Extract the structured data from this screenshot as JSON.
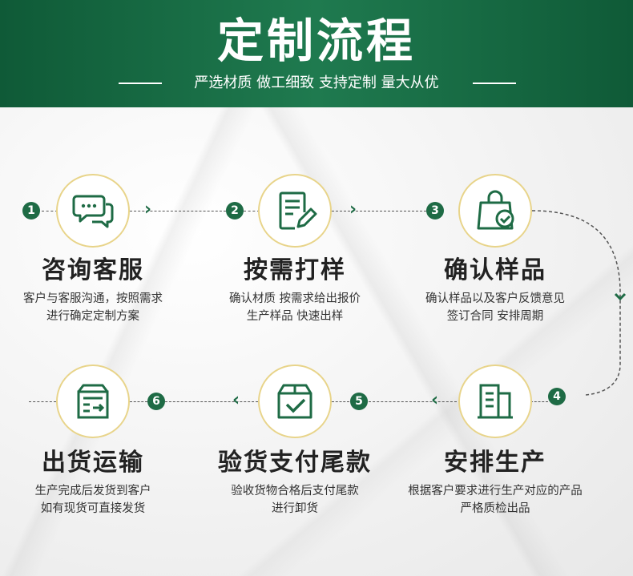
{
  "header": {
    "title": "定制流程",
    "subtitle": "严选材质 做工细致 支持定制 量大从优"
  },
  "colors": {
    "primary_green": "#1e6b45",
    "ring_gold": "#e8d48a"
  },
  "steps": [
    {
      "number": "1",
      "title": "咨询客服",
      "desc1": "客户与客服沟通，按照需求",
      "desc2": "进行确定定制方案",
      "icon": "chat-bubbles-icon"
    },
    {
      "number": "2",
      "title": "按需打样",
      "desc1": "确认材质 按需求给出报价",
      "desc2": "生产样品 快速出样",
      "icon": "document-edit-icon"
    },
    {
      "number": "3",
      "title": "确认样品",
      "desc1": "确认样品以及客户反馈意见",
      "desc2": "签订合同 安排周期",
      "icon": "bag-check-icon"
    },
    {
      "number": "4",
      "title": "安排生产",
      "desc1": "根据客户要求进行生产对应的产品",
      "desc2": "严格质检出品",
      "icon": "building-icon"
    },
    {
      "number": "5",
      "title": "验货支付尾款",
      "desc1": "验收货物合格后支付尾款",
      "desc2": "进行卸货",
      "icon": "box-check-icon"
    },
    {
      "number": "6",
      "title": "出货运输",
      "desc1": "生产完成后发货到客户",
      "desc2": "如有现货可直接发货",
      "icon": "shipping-box-icon"
    }
  ]
}
